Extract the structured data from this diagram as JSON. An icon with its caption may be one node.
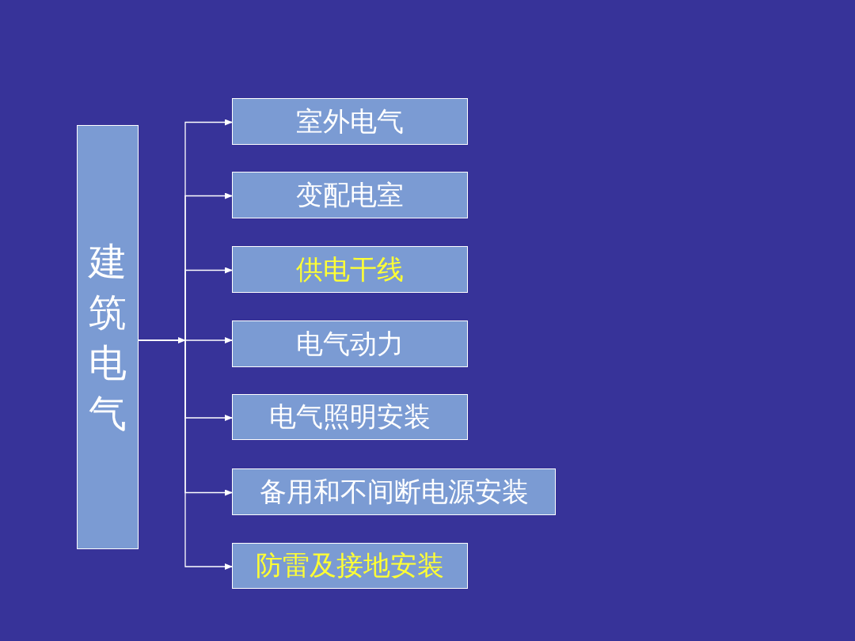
{
  "diagram": {
    "nodes": [
      {
        "text": [
          "建筑电气"
        ]
      },
      {
        "text": [
          "室外电气"
        ]
      },
      {
        "text": [
          "变配电室"
        ]
      },
      {
        "text": [
          "供电干线"
        ]
      },
      {
        "text": [
          "电气动力"
        ]
      },
      {
        "text": [
          "电气照明安装"
        ]
      },
      {
        "text": [
          "备用和不间断电源安装"
        ]
      },
      {
        "text": [
          "防雷及接地安装"
        ]
      }
    ],
    "edges": [
      {
        "from": 0,
        "to": 1,
        "arrow": "to"
      },
      {
        "from": 0,
        "to": 2,
        "arrow": "to"
      },
      {
        "from": 0,
        "to": 3,
        "arrow": "to"
      },
      {
        "from": 0,
        "to": 4,
        "arrow": "to"
      },
      {
        "from": 0,
        "to": 5,
        "arrow": "to"
      },
      {
        "from": 0,
        "to": 6,
        "arrow": "to"
      },
      {
        "from": 0,
        "to": 7,
        "arrow": "to"
      }
    ]
  }
}
